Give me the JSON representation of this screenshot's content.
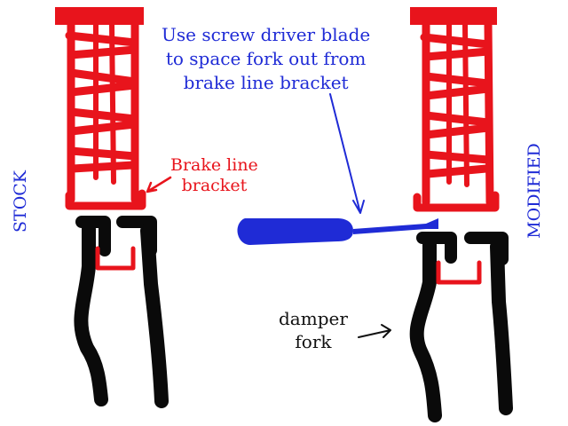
{
  "labels": {
    "stock": "STOCK",
    "modified": "MODIFIED",
    "brake_line_bracket": [
      "Brake line",
      "bracket"
    ],
    "screwdriver_note": [
      "Use screw driver blade",
      "to space fork out from",
      "brake line bracket"
    ],
    "damper_fork": [
      "damper",
      "fork"
    ]
  },
  "colors": {
    "spring": "#e8141c",
    "bracket": "#e8141c",
    "fork": "#0a0a0a",
    "screwdriver": "#1f2bd6",
    "label_blue": "#1f2bd6",
    "label_red": "#e8141c",
    "label_black": "#111111"
  }
}
